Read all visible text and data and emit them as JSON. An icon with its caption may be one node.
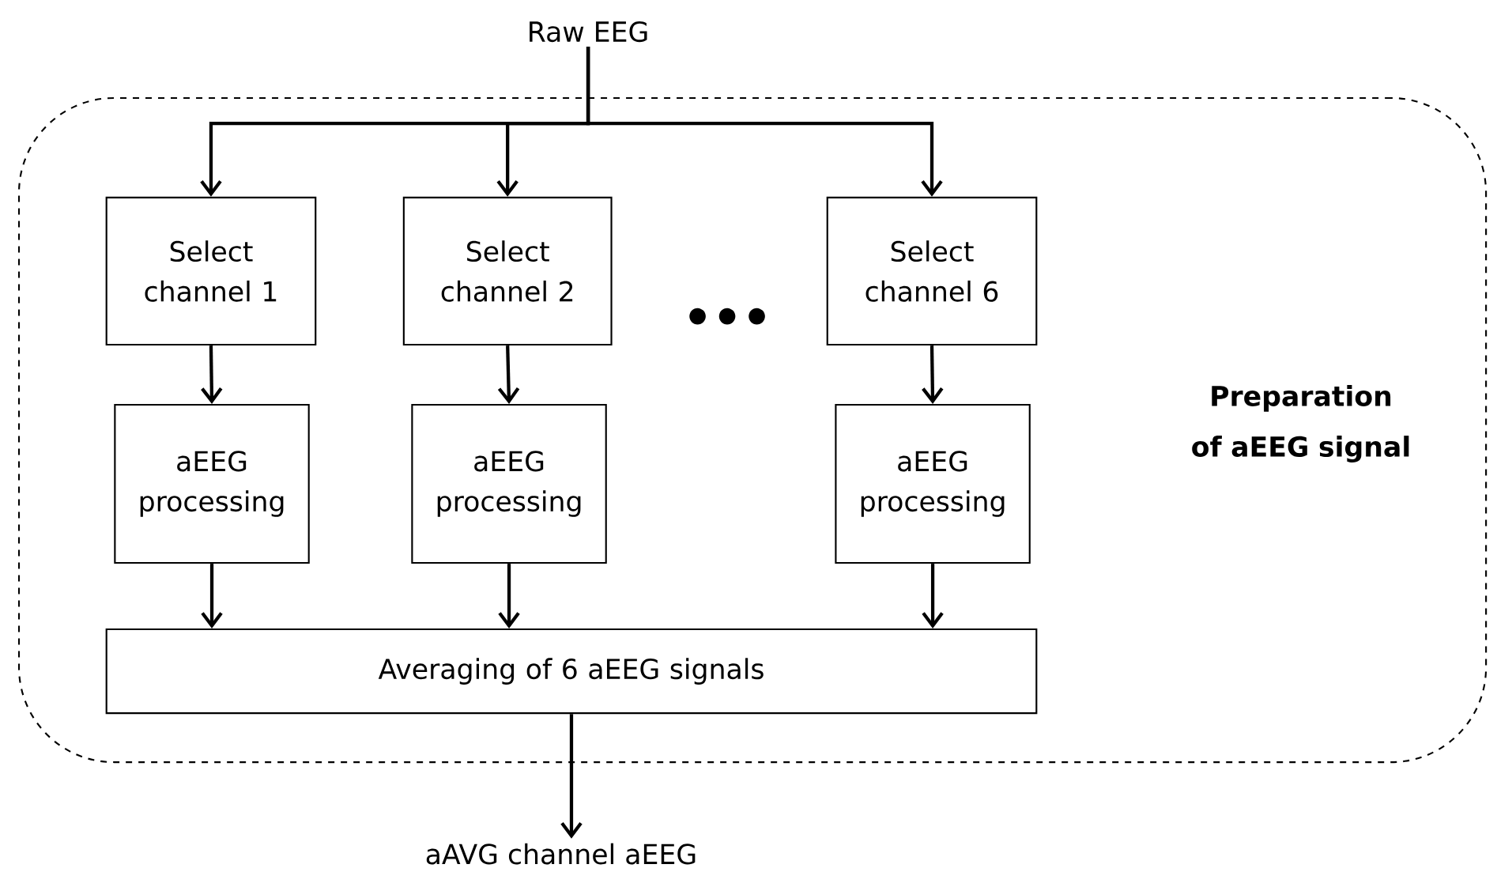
{
  "diagram": {
    "nodes": [
      {
        "text": [
          "Raw EEG"
        ]
      },
      {
        "text": [
          "Preparation of aEEG signal"
        ]
      },
      {
        "text": [
          "Select channel 1"
        ],
        "in": 1
      },
      {
        "text": [
          "Select channel 2"
        ],
        "in": 1
      },
      {
        "text": [
          "Select channel 6"
        ],
        "in": 1
      },
      {
        "text": [
          "aEEG processing"
        ],
        "in": 1
      },
      {
        "text": [
          "aEEG processing"
        ],
        "in": 1
      },
      {
        "text": [
          "aEEG processing"
        ],
        "in": 1
      },
      {
        "text": [
          "Averaging of 6 aEEG signals"
        ],
        "in": 1
      },
      {
        "text": [
          "aAVG channel aEEG"
        ]
      }
    ],
    "edges": [
      {
        "from": 0,
        "to": 2,
        "arrow": "to"
      },
      {
        "from": 0,
        "to": 3,
        "arrow": "to"
      },
      {
        "from": 0,
        "to": 4,
        "arrow": "to"
      },
      {
        "from": 2,
        "to": 5,
        "arrow": "to"
      },
      {
        "from": 3,
        "to": 6,
        "arrow": "to"
      },
      {
        "from": 4,
        "to": 7,
        "arrow": "to"
      },
      {
        "from": 5,
        "to": 8,
        "arrow": "to"
      },
      {
        "from": 6,
        "to": 8,
        "arrow": "to"
      },
      {
        "from": 7,
        "to": 8,
        "arrow": "to"
      },
      {
        "from": 8,
        "to": 9,
        "arrow": "to"
      }
    ],
    "labels": [
      "•••"
    ]
  }
}
